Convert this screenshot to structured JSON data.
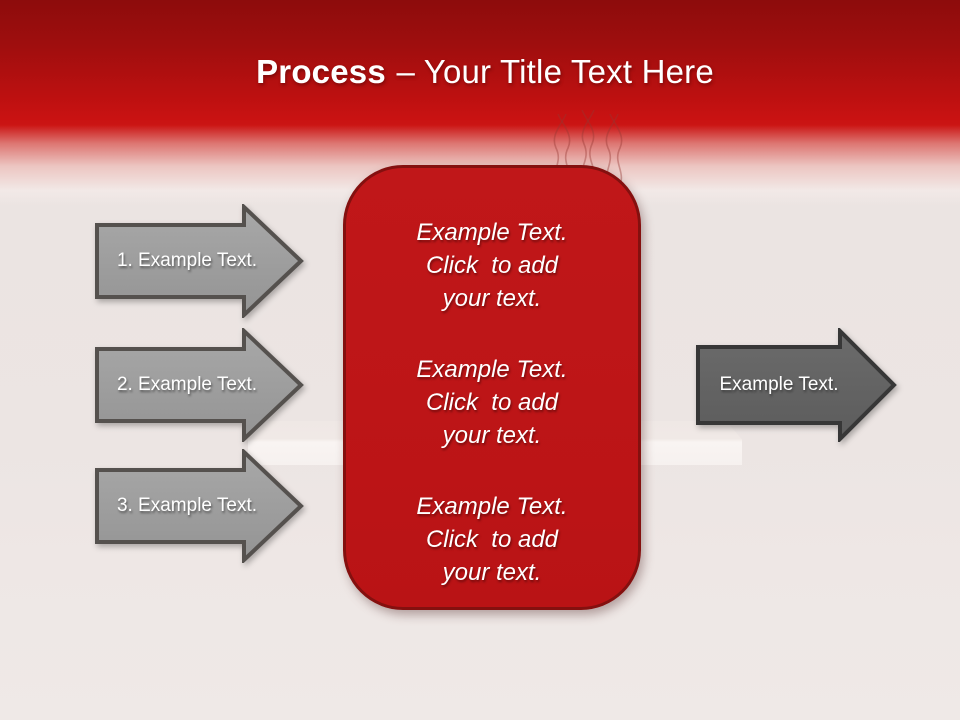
{
  "colors": {
    "header_red_dark": "#8d0c0c",
    "header_red": "#c91212",
    "box_red": "#bd1517",
    "box_red_border": "#84100f",
    "step_arrow_fill": "#9e9e9e",
    "step_arrow_border": "#55514e",
    "output_arrow_fill": "#646464",
    "output_arrow_border": "#373737",
    "background": "#ece5e3",
    "text_white": "#ffffff"
  },
  "title": {
    "bold": "Process",
    "rest": "– Your Title Text Here"
  },
  "steps": [
    {
      "label": "1. Example Text."
    },
    {
      "label": "2. Example Text."
    },
    {
      "label": "3. Example Text."
    }
  ],
  "center_box": {
    "paragraphs": [
      {
        "lines": [
          "Example Text.",
          "Click  to add",
          "your text."
        ]
      },
      {
        "lines": [
          "Example Text.",
          "Click  to add",
          "your text."
        ]
      },
      {
        "lines": [
          "Example Text.",
          "Click  to add",
          "your text."
        ]
      }
    ]
  },
  "output_arrow": {
    "label": "Example Text."
  }
}
